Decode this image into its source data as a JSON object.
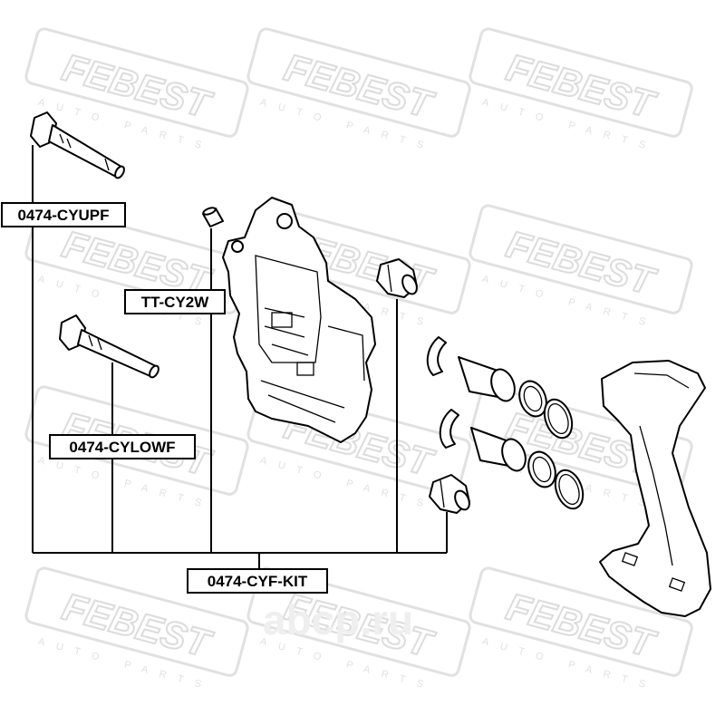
{
  "watermark": {
    "brand": "FEBEST",
    "sub": "AUTO PARTS",
    "site": "abcp.ru"
  },
  "labels": {
    "guide_pin_upper": "0474-CYUPF",
    "guide_pin_lower": "0474-CYLOWF",
    "bushing": "TT-CY2W",
    "kit": "0474-CYF-KIT"
  }
}
